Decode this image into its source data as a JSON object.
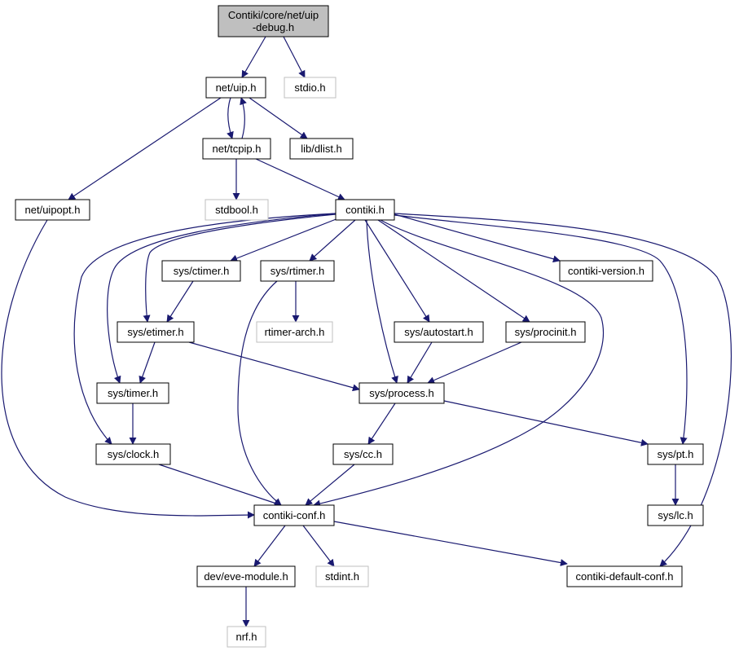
{
  "colors": {
    "edge": "#191970",
    "node_border": "#000000",
    "node_border_external": "#bfbfbf",
    "focus_fill": "#bfbfbf",
    "node_fill": "#ffffff"
  },
  "nodes": {
    "uip_debug": {
      "lines": [
        "Contiki/core/net/uip",
        "-debug.h"
      ],
      "kind": "focus"
    },
    "uip": {
      "lines": [
        "net/uip.h"
      ],
      "kind": "normal"
    },
    "stdio": {
      "lines": [
        "stdio.h"
      ],
      "kind": "external"
    },
    "tcpip": {
      "lines": [
        "net/tcpip.h"
      ],
      "kind": "normal"
    },
    "dlist": {
      "lines": [
        "lib/dlist.h"
      ],
      "kind": "normal"
    },
    "uipopt": {
      "lines": [
        "net/uipopt.h"
      ],
      "kind": "normal"
    },
    "stdbool": {
      "lines": [
        "stdbool.h"
      ],
      "kind": "external"
    },
    "contiki": {
      "lines": [
        "contiki.h"
      ],
      "kind": "normal"
    },
    "ctimer": {
      "lines": [
        "sys/ctimer.h"
      ],
      "kind": "normal"
    },
    "rtimer": {
      "lines": [
        "sys/rtimer.h"
      ],
      "kind": "normal"
    },
    "version": {
      "lines": [
        "contiki-version.h"
      ],
      "kind": "normal"
    },
    "etimer": {
      "lines": [
        "sys/etimer.h"
      ],
      "kind": "normal"
    },
    "rtimer_arch": {
      "lines": [
        "rtimer-arch.h"
      ],
      "kind": "external"
    },
    "autostart": {
      "lines": [
        "sys/autostart.h"
      ],
      "kind": "normal"
    },
    "procinit": {
      "lines": [
        "sys/procinit.h"
      ],
      "kind": "normal"
    },
    "timer": {
      "lines": [
        "sys/timer.h"
      ],
      "kind": "normal"
    },
    "process": {
      "lines": [
        "sys/process.h"
      ],
      "kind": "normal"
    },
    "clock": {
      "lines": [
        "sys/clock.h"
      ],
      "kind": "normal"
    },
    "cc": {
      "lines": [
        "sys/cc.h"
      ],
      "kind": "normal"
    },
    "pt": {
      "lines": [
        "sys/pt.h"
      ],
      "kind": "normal"
    },
    "conf": {
      "lines": [
        "contiki-conf.h"
      ],
      "kind": "normal"
    },
    "lc": {
      "lines": [
        "sys/lc.h"
      ],
      "kind": "normal"
    },
    "eve": {
      "lines": [
        "dev/eve-module.h"
      ],
      "kind": "normal"
    },
    "stdint": {
      "lines": [
        "stdint.h"
      ],
      "kind": "external"
    },
    "default_conf": {
      "lines": [
        "contiki-default-conf.h"
      ],
      "kind": "normal"
    },
    "nrf": {
      "lines": [
        "nrf.h"
      ],
      "kind": "external"
    }
  }
}
